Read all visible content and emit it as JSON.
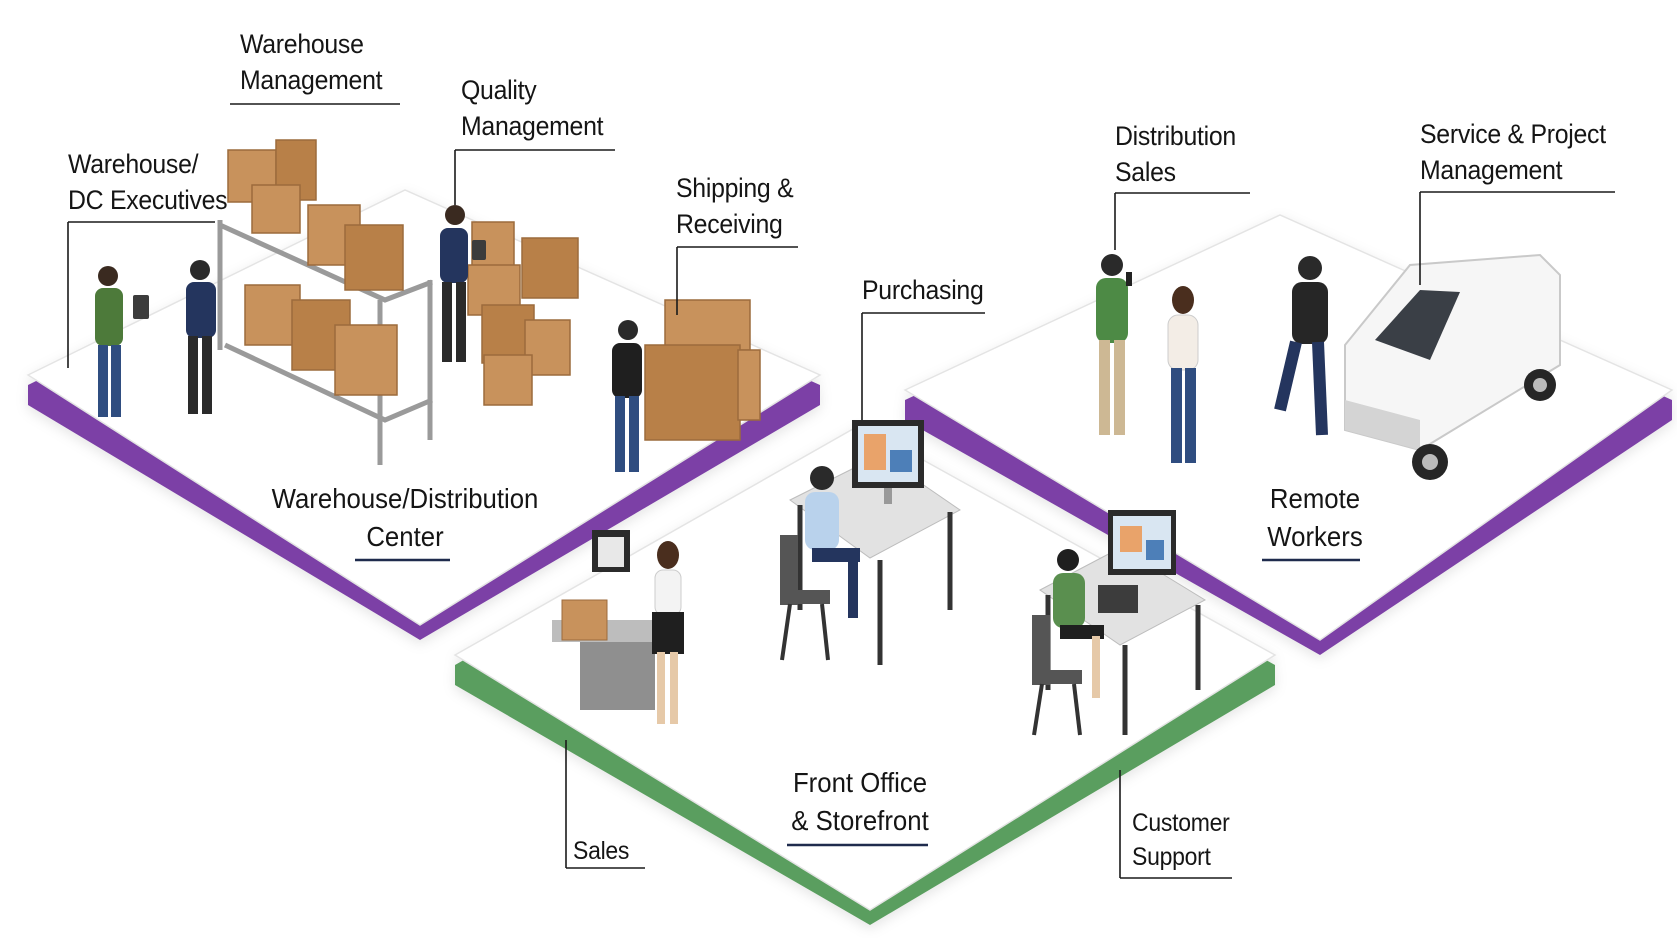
{
  "labels": {
    "warehouse_management": [
      "Warehouse",
      "Management"
    ],
    "quality_management": [
      "Quality",
      "Management"
    ],
    "warehouse_dc_executives": [
      "Warehouse/",
      "DC Executives"
    ],
    "shipping_receiving": [
      "Shipping &",
      "Receiving"
    ],
    "purchasing": [
      "Purchasing"
    ],
    "distribution_sales": [
      "Distribution",
      "Sales"
    ],
    "service_project_management": [
      "Service & Project",
      "Management"
    ],
    "sales": [
      "Sales"
    ],
    "customer_support": [
      "Customer",
      "Support"
    ]
  },
  "zones": {
    "warehouse_distribution_center": [
      "Warehouse/Distribution",
      "Center"
    ],
    "front_office_storefront": [
      "Front Office",
      "& Storefront"
    ],
    "remote_workers": [
      "Remote",
      "Workers"
    ]
  },
  "colors": {
    "platform_top": "#ffffff",
    "warehouse_edge": "#7b3fa6",
    "remote_edge": "#7b3fa6",
    "front_office_edge": "#5a9e5e",
    "leader_line": "#1a1a1a",
    "zone_underline": "#1f2b4d",
    "cardboard": "#c8925c",
    "van": "#f4f4f4"
  },
  "icons": [
    "shelving-rack-icon",
    "cardboard-box-icon",
    "worker-icon",
    "tablet-icon",
    "desktop-monitor-icon",
    "laptop-icon",
    "cash-register-icon",
    "delivery-van-icon",
    "phone-icon"
  ]
}
